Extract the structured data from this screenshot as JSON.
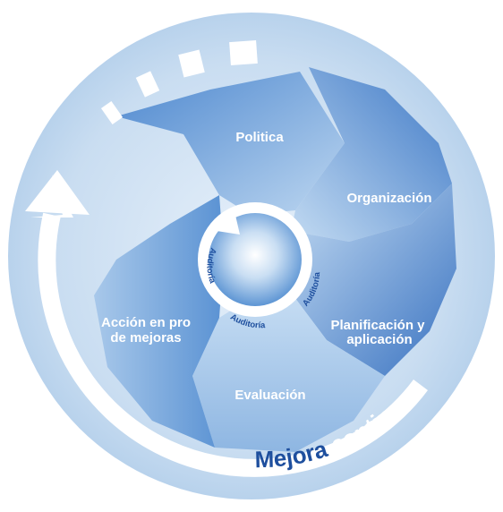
{
  "diagram": {
    "stages": [
      {
        "id": "politica",
        "label": "Politica"
      },
      {
        "id": "organizacion",
        "label": "Organización"
      },
      {
        "id": "planificacion",
        "lines": [
          "Planificación y",
          "aplicación"
        ]
      },
      {
        "id": "evaluacion",
        "label": "Evaluación"
      },
      {
        "id": "accion",
        "lines": [
          "Acción en pro",
          "de mejoras"
        ]
      }
    ],
    "center": {
      "audit_label": "Auditoría"
    },
    "outer_ring": {
      "prefix": "Mejora",
      "suffix": " continua"
    },
    "colors": {
      "outer": "#c6dcf1",
      "blade_dark": "#3f7bc8",
      "blade_light": "#b7d3ef",
      "center_light": "#ffffff",
      "ring_text_dark": "#1e4f9e"
    }
  }
}
